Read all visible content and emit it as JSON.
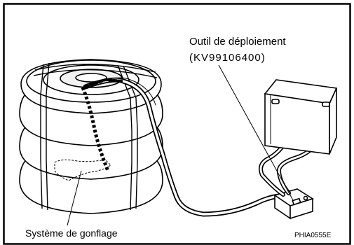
{
  "labels": {
    "tool_name": "Outil de déploiement",
    "tool_code": "(KV99106400)",
    "inflator": "Système de gonflage",
    "figure_code": "PHIA0555E"
  },
  "colors": {
    "line": "#000000",
    "background": "#ffffff"
  }
}
